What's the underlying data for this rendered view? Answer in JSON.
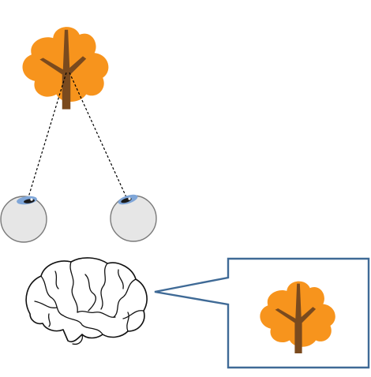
{
  "diagram": {
    "kind": "binocular-vision",
    "subject": "tree-icon",
    "viewer_organs": [
      "left-eye",
      "right-eye"
    ],
    "processor": "brain-icon",
    "percept": "tree-icon",
    "colors": {
      "foliage": "#f7941d",
      "trunk": "#7a4a1e",
      "eyeball": "#e6e6e6",
      "eyeball_outline": "#7a7a7a",
      "iris": "#7fa6d8",
      "sight_line": "#000000",
      "speech_frame": "#3f6a96",
      "brain_stroke": "#111111"
    }
  }
}
